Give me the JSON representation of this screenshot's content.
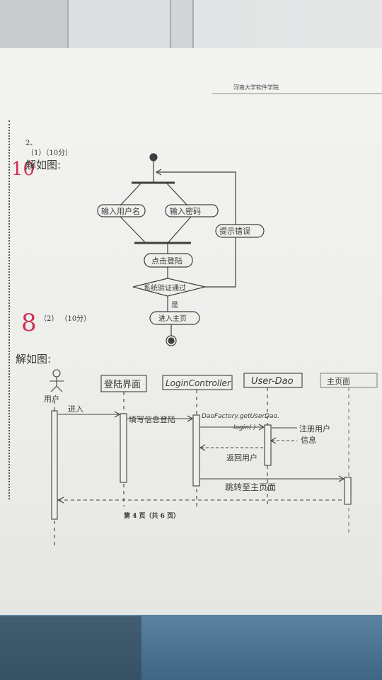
{
  "page": {
    "school_header": "河南大学软件学院",
    "question_no": "2、",
    "part1_label": "（1）（10分）",
    "part2_label": "（2）  （10分）",
    "answer1": "解如图:",
    "answer2": "解如图:",
    "score1": "10",
    "score2": "8",
    "page_footer": "第 4 页（共 6 页）"
  },
  "activity_diagram": {
    "node_user": "输入用户名",
    "node_pwd": "输入密码",
    "node_login": "点击登陆",
    "node_decision": "系统验证通过",
    "node_enter": "进入主页",
    "node_error": "提示错误",
    "label_yes": "是"
  },
  "sequence_diagram": {
    "actor": "用户",
    "lifeline_ui": "登陆界面",
    "lifeline_controller": "LoginController",
    "lifeline_dao": "User-Dao",
    "lifeline_main": "主页面",
    "msg_enter": "进入",
    "msg_fill": "填写信息登陆",
    "msg_dao": "DaoFactory.getUserDao.",
    "msg_login": "login( )",
    "msg_registered": "注册用户",
    "msg_info": "信息",
    "msg_return": "返回用户",
    "msg_jump": "跳转至主页面"
  }
}
